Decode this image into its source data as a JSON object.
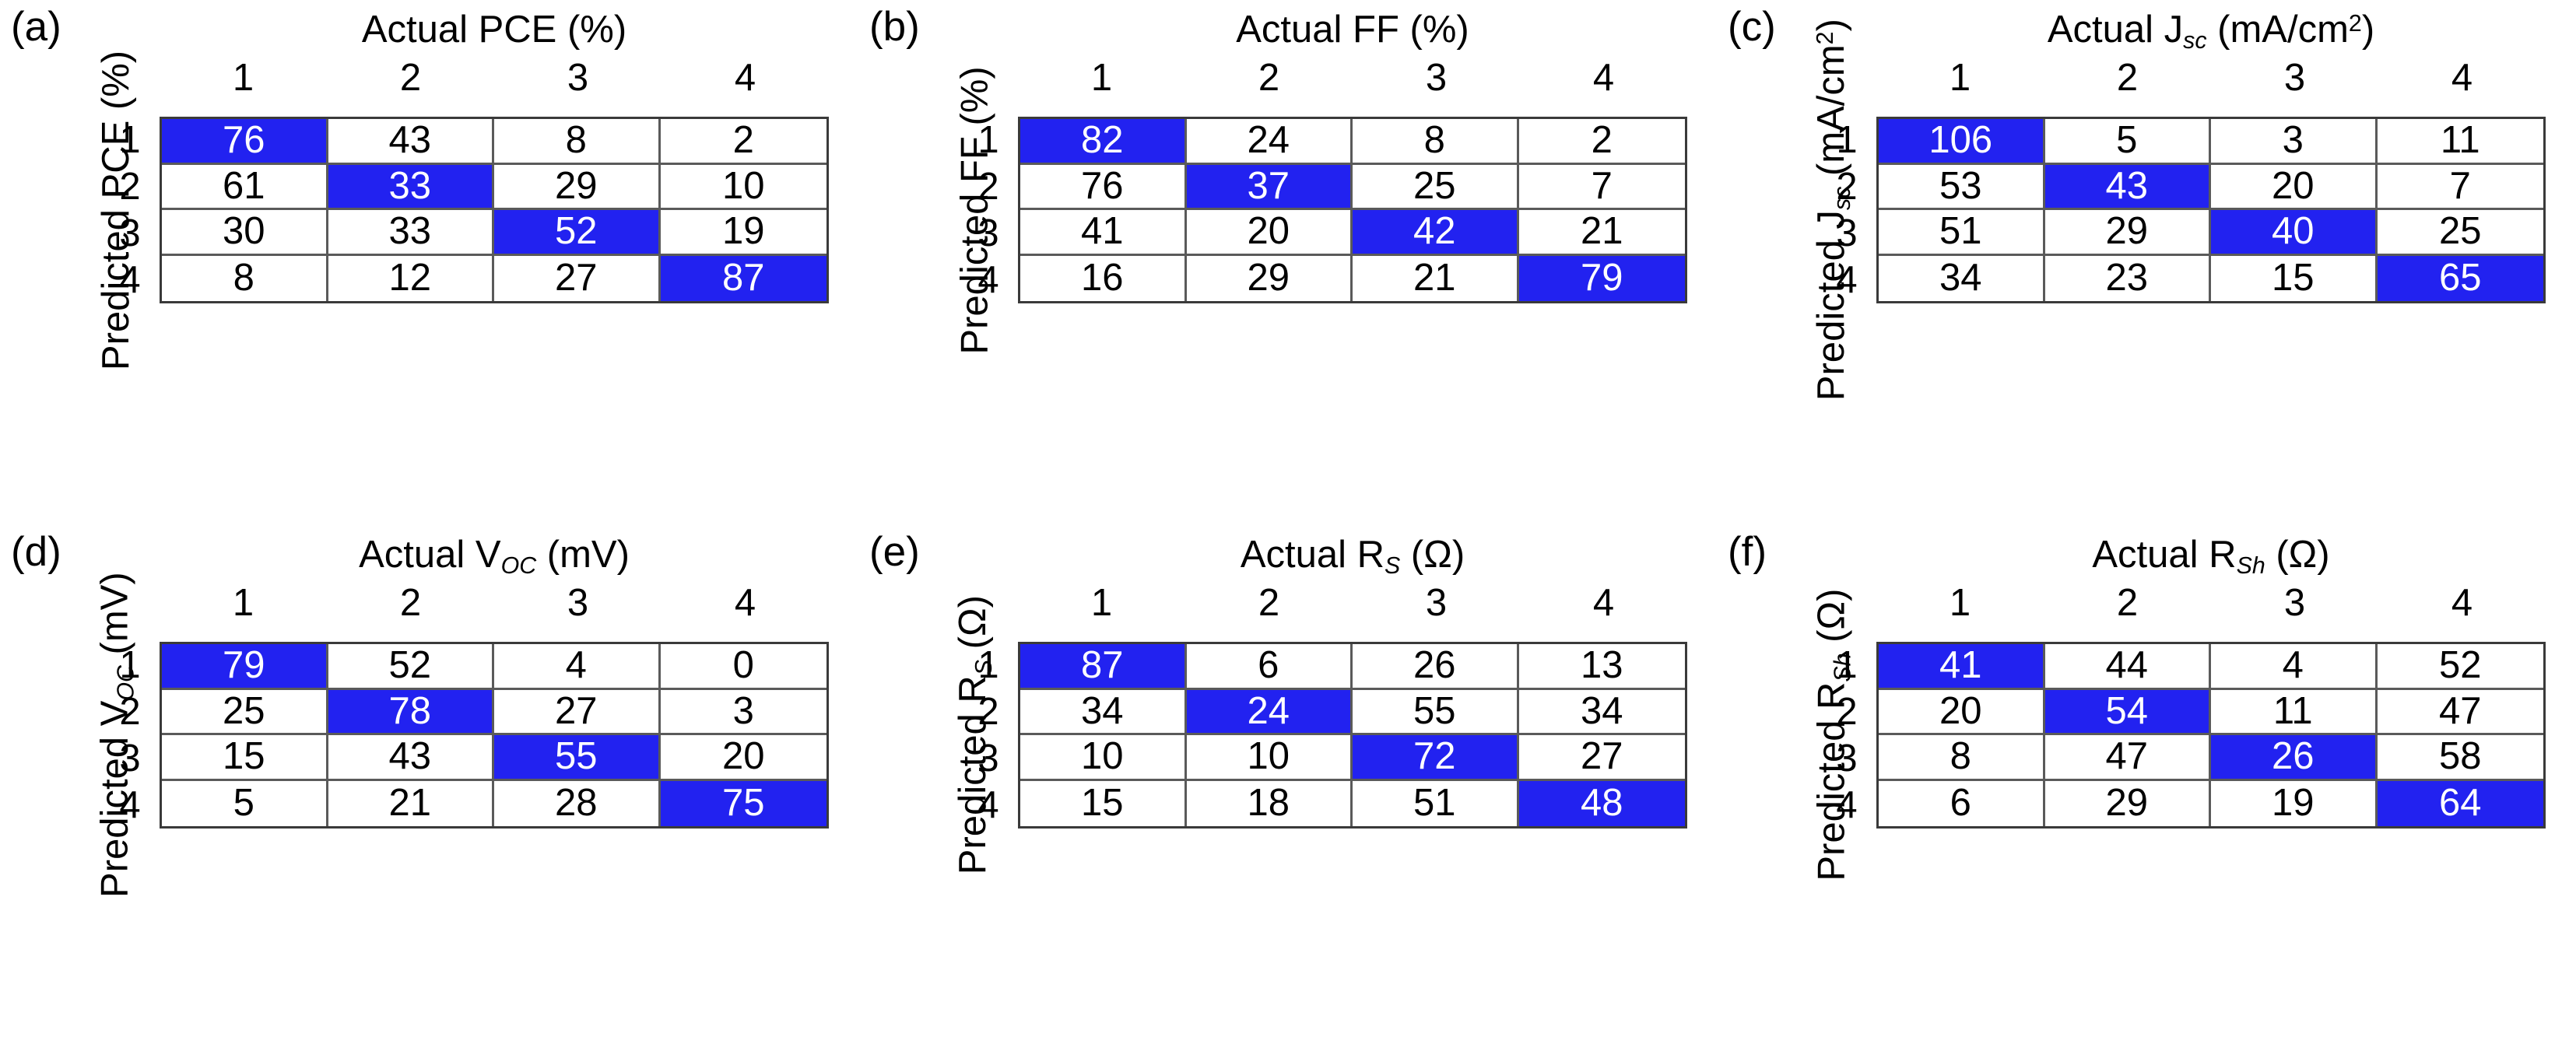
{
  "figure": {
    "type": "confusion-matrix-grid",
    "panel_count": 6,
    "class_labels": [
      "1",
      "2",
      "3",
      "4"
    ],
    "colors": {
      "diagonal_fill": "#2222f0",
      "diagonal_text": "#ffffff",
      "offdiagonal_fill": "#ffffff",
      "offdiagonal_text": "#000000",
      "grid_line": "#5a5a5a",
      "border": "#3a3a3a",
      "background": "#ffffff"
    }
  },
  "chart_data": [
    {
      "type": "heatmap",
      "subtype": "confusion-matrix",
      "panel": "(a)",
      "title": "Actual PCE (%)",
      "xlabel": "Actual PCE (%)",
      "ylabel": "Predicted PCE (%)",
      "xticklabels": [
        "1",
        "2",
        "3",
        "4"
      ],
      "yticklabels": [
        "1",
        "2",
        "3",
        "4"
      ],
      "values": [
        [
          76,
          43,
          8,
          2
        ],
        [
          61,
          33,
          29,
          10
        ],
        [
          30,
          33,
          52,
          19
        ],
        [
          8,
          12,
          27,
          87
        ]
      ]
    },
    {
      "type": "heatmap",
      "subtype": "confusion-matrix",
      "panel": "(b)",
      "title": "Actual FF (%)",
      "xlabel": "Actual FF (%)",
      "ylabel": "Predicted FF (%)",
      "xticklabels": [
        "1",
        "2",
        "3",
        "4"
      ],
      "yticklabels": [
        "1",
        "2",
        "3",
        "4"
      ],
      "values": [
        [
          82,
          24,
          8,
          2
        ],
        [
          76,
          37,
          25,
          7
        ],
        [
          41,
          20,
          42,
          21
        ],
        [
          16,
          29,
          21,
          79
        ]
      ]
    },
    {
      "type": "heatmap",
      "subtype": "confusion-matrix",
      "panel": "(c)",
      "title": "Actual Jsc (mA/cm2)",
      "xlabel": "Actual Jsc (mA/cm2)",
      "ylabel": "Predicted Jsc (mA/cm2)",
      "xticklabels": [
        "1",
        "2",
        "3",
        "4"
      ],
      "yticklabels": [
        "1",
        "2",
        "3",
        "4"
      ],
      "values": [
        [
          106,
          5,
          3,
          11
        ],
        [
          53,
          43,
          20,
          7
        ],
        [
          51,
          29,
          40,
          25
        ],
        [
          34,
          23,
          15,
          65
        ]
      ]
    },
    {
      "type": "heatmap",
      "subtype": "confusion-matrix",
      "panel": "(d)",
      "title": "Actual VOC (mV)",
      "xlabel": "Actual VOC (mV)",
      "ylabel": "Predicted VOC (mV)",
      "xticklabels": [
        "1",
        "2",
        "3",
        "4"
      ],
      "yticklabels": [
        "1",
        "2",
        "3",
        "4"
      ],
      "values": [
        [
          79,
          52,
          4,
          0
        ],
        [
          25,
          78,
          27,
          3
        ],
        [
          15,
          43,
          55,
          20
        ],
        [
          5,
          21,
          28,
          75
        ]
      ]
    },
    {
      "type": "heatmap",
      "subtype": "confusion-matrix",
      "panel": "(e)",
      "title": "Actual RS (Ohm)",
      "xlabel": "Actual RS (Ohm)",
      "ylabel": "Predicted RS (Ohm)",
      "xticklabels": [
        "1",
        "2",
        "3",
        "4"
      ],
      "yticklabels": [
        "1",
        "2",
        "3",
        "4"
      ],
      "values": [
        [
          87,
          6,
          26,
          13
        ],
        [
          34,
          24,
          55,
          34
        ],
        [
          10,
          10,
          72,
          27
        ],
        [
          15,
          18,
          51,
          48
        ]
      ]
    },
    {
      "type": "heatmap",
      "subtype": "confusion-matrix",
      "panel": "(f)",
      "title": "Actual RSh (Ohm)",
      "xlabel": "Actual RSh (Ohm)",
      "ylabel": "Predicted RSh (Ohm)",
      "xticklabels": [
        "1",
        "2",
        "3",
        "4"
      ],
      "yticklabels": [
        "1",
        "2",
        "3",
        "4"
      ],
      "values": [
        [
          41,
          44,
          4,
          52
        ],
        [
          20,
          54,
          11,
          47
        ],
        [
          8,
          47,
          26,
          58
        ],
        [
          6,
          29,
          19,
          64
        ]
      ]
    }
  ],
  "panels": [
    {
      "letter": "(a)",
      "col_title_html": "Actual PCE (%)",
      "row_title_html": "Predicted PCE (%)",
      "col_heads": [
        "1",
        "2",
        "3",
        "4"
      ],
      "row_heads": [
        "1",
        "2",
        "3",
        "4"
      ],
      "rows": [
        [
          "76",
          "43",
          "8",
          "2"
        ],
        [
          "61",
          "33",
          "29",
          "10"
        ],
        [
          "30",
          "33",
          "52",
          "19"
        ],
        [
          "8",
          "12",
          "27",
          "87"
        ]
      ]
    },
    {
      "letter": "(b)",
      "col_title_html": "Actual FF (%)",
      "row_title_html": "Predicted FF (%)",
      "col_heads": [
        "1",
        "2",
        "3",
        "4"
      ],
      "row_heads": [
        "1",
        "2",
        "3",
        "4"
      ],
      "rows": [
        [
          "82",
          "24",
          "8",
          "2"
        ],
        [
          "76",
          "37",
          "25",
          "7"
        ],
        [
          "41",
          "20",
          "42",
          "21"
        ],
        [
          "16",
          "29",
          "21",
          "79"
        ]
      ]
    },
    {
      "letter": "(c)",
      "col_title_html": "Actual J<sub>sc</sub> (mA/cm<sup>2</sup>)",
      "row_title_html": "Predicted J<sub>sc</sub> (mA/cm<sup>2</sup>)",
      "col_heads": [
        "1",
        "2",
        "3",
        "4"
      ],
      "row_heads": [
        "1",
        "2",
        "3",
        "4"
      ],
      "rows": [
        [
          "106",
          "5",
          "3",
          "11"
        ],
        [
          "53",
          "43",
          "20",
          "7"
        ],
        [
          "51",
          "29",
          "40",
          "25"
        ],
        [
          "34",
          "23",
          "15",
          "65"
        ]
      ]
    },
    {
      "letter": "(d)",
      "col_title_html": "Actual V<sub>OC</sub> (mV)",
      "row_title_html": "Predicted V<sub>OC</sub> (mV)",
      "col_heads": [
        "1",
        "2",
        "3",
        "4"
      ],
      "row_heads": [
        "1",
        "2",
        "3",
        "4"
      ],
      "rows": [
        [
          "79",
          "52",
          "4",
          "0"
        ],
        [
          "25",
          "78",
          "27",
          "3"
        ],
        [
          "15",
          "43",
          "55",
          "20"
        ],
        [
          "5",
          "21",
          "28",
          "75"
        ]
      ]
    },
    {
      "letter": "(e)",
      "col_title_html": "Actual R<sub>S</sub> (&#937;)",
      "row_title_html": "Predicted R<sub>S</sub> (&#937;)",
      "col_heads": [
        "1",
        "2",
        "3",
        "4"
      ],
      "row_heads": [
        "1",
        "2",
        "3",
        "4"
      ],
      "rows": [
        [
          "87",
          "6",
          "26",
          "13"
        ],
        [
          "34",
          "24",
          "55",
          "34"
        ],
        [
          "10",
          "10",
          "72",
          "27"
        ],
        [
          "15",
          "18",
          "51",
          "48"
        ]
      ]
    },
    {
      "letter": "(f)",
      "col_title_html": "Actual R<sub>Sh</sub> (&#937;)",
      "row_title_html": "Predicted R<sub>Sh</sub> (&#937;)",
      "col_heads": [
        "1",
        "2",
        "3",
        "4"
      ],
      "row_heads": [
        "1",
        "2",
        "3",
        "4"
      ],
      "rows": [
        [
          "41",
          "44",
          "4",
          "52"
        ],
        [
          "20",
          "54",
          "11",
          "47"
        ],
        [
          "8",
          "47",
          "26",
          "58"
        ],
        [
          "6",
          "29",
          "19",
          "64"
        ]
      ]
    }
  ]
}
